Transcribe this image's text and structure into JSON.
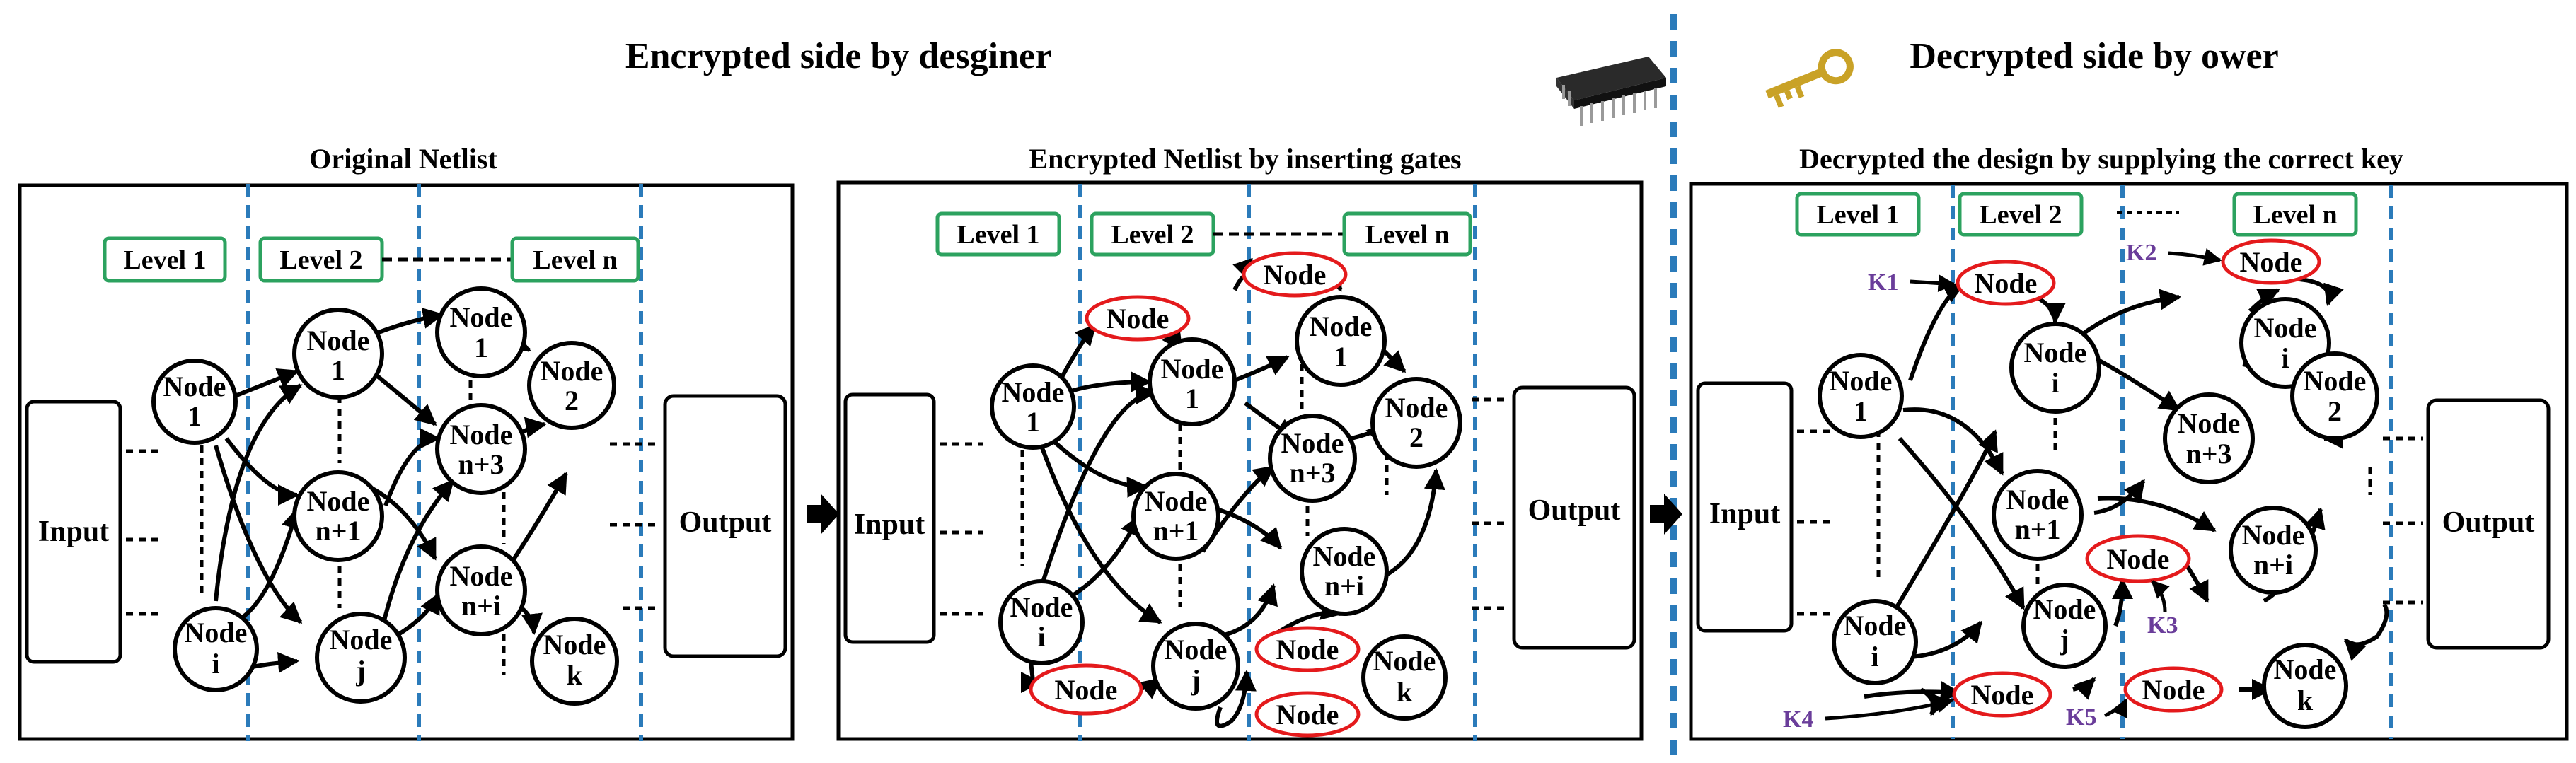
{
  "headings": {
    "encrypted_side": "Encrypted side by desginer",
    "decrypted_side": "Decrypted side by ower"
  },
  "panels": [
    {
      "title": "Original Netlist"
    },
    {
      "title": "Encrypted Netlist by inserting gates"
    },
    {
      "title": "Decrypted the design by supplying the correct key"
    }
  ],
  "labels": {
    "input": "Input",
    "output": "Output",
    "level1": "Level 1",
    "level2": "Level 2",
    "leveln": "Level n",
    "node": "Node"
  },
  "node_suffixes": {
    "one": "1",
    "two": "2",
    "i": "i",
    "j": "j",
    "k": "k",
    "n_plus_1": "n+1",
    "n_plus_3": "n+3",
    "n_plus_i": "n+i"
  },
  "keys": [
    "K1",
    "K2",
    "K3",
    "K4",
    "K5"
  ],
  "colors": {
    "ink": "#000000",
    "level_box_border": "#2ca25f",
    "inserted_gate": "#e41a1c",
    "level_divider": "#2b7bba",
    "key_text": "#6a3d9a",
    "key_gold": "#c9a227"
  },
  "icons": [
    "chip-icon",
    "key-icon"
  ]
}
